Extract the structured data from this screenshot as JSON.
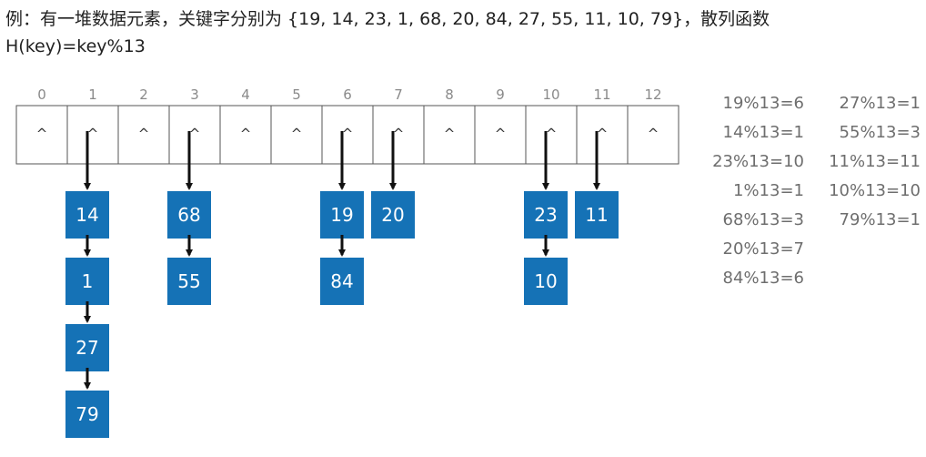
{
  "intro": "例：有一堆数据元素，关键字分别为 {19, 14, 23, 1, 68, 20, 84, 27, 55, 11, 10, 79}，散列函数\nH(key)=key%13",
  "table": {
    "indices": [
      "0",
      "1",
      "2",
      "3",
      "4",
      "5",
      "6",
      "7",
      "8",
      "9",
      "10",
      "11",
      "12"
    ],
    "empty_symbol": "^"
  },
  "chains": [
    {
      "slot": 1,
      "nodes": [
        "14",
        "1",
        "27",
        "79"
      ]
    },
    {
      "slot": 3,
      "nodes": [
        "68",
        "55"
      ]
    },
    {
      "slot": 6,
      "nodes": [
        "19",
        "84"
      ]
    },
    {
      "slot": 7,
      "nodes": [
        "20"
      ]
    },
    {
      "slot": 10,
      "nodes": [
        "23",
        "10"
      ]
    },
    {
      "slot": 11,
      "nodes": [
        "11"
      ]
    }
  ],
  "calculations_left": [
    "19%13=6",
    "14%13=1",
    "23%13=10",
    "1%13=1",
    "68%13=3",
    "20%13=7",
    "84%13=6"
  ],
  "calculations_right": [
    "27%13=1",
    "55%13=3",
    "11%13=11",
    "10%13=10",
    "79%13=1"
  ],
  "colors": {
    "node": "#1572b6",
    "arrow": "#111111",
    "cell_border": "#555555"
  }
}
